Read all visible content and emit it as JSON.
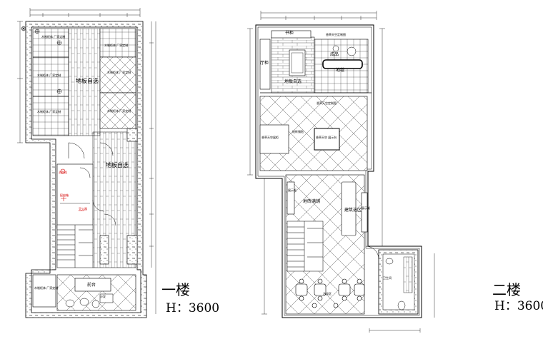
{
  "floor1": {
    "title": "一楼",
    "height": "H：3600",
    "labels": {
      "floor_wood_a": "地板自选",
      "floor_wood_b": "地板自选",
      "cabinet_text_1": "木制柜体 厂家定制",
      "cabinet_text_2": "木制柜体 厂家定制",
      "cabinet_text_3": "木制柜体 厂家定制",
      "cabinet_text_4": "木制柜体 厂家定制",
      "cabinet_text_5": "木制柜体 厂家定制",
      "cabinet_text_6": "木制柜体 厂家定制",
      "cashier": "前台",
      "sofa": "沙发",
      "bottom_note": "木制柜体 厂家定制",
      "red_note_1": "消防栓",
      "red_note_2": "配电箱",
      "red_note_3": "灭火器"
    }
  },
  "floor2": {
    "title": "二楼",
    "height": "H：3600",
    "labels": {
      "bookcase": "书柜",
      "hall_cabinet": "厅柜",
      "sofa_area": "成品",
      "carpet": "地毯",
      "wood_floor": "地板自选",
      "top_ceiling": "香草天空定制图",
      "mid_ceiling": "香草天空定制图",
      "left_cabinet": "香草天空展柜",
      "tile_floor": "地砖铺贴",
      "center_booth": "香草天空 展示台",
      "tile_floor_lower": "地砖满铺",
      "display_left": "展示架",
      "display_right": "展示架",
      "leather_area": "建筑选区",
      "dining_area": "洽谈区",
      "restroom": "卫生间"
    }
  }
}
